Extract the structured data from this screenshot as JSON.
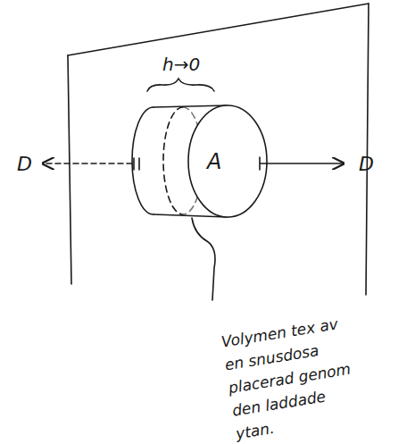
{
  "diagram": {
    "labels": [
      "h→0",
      "D",
      "A",
      "D",
      "Volymen tex av en snusdosa placerad genom den laddade ytan."
    ]
  }
}
